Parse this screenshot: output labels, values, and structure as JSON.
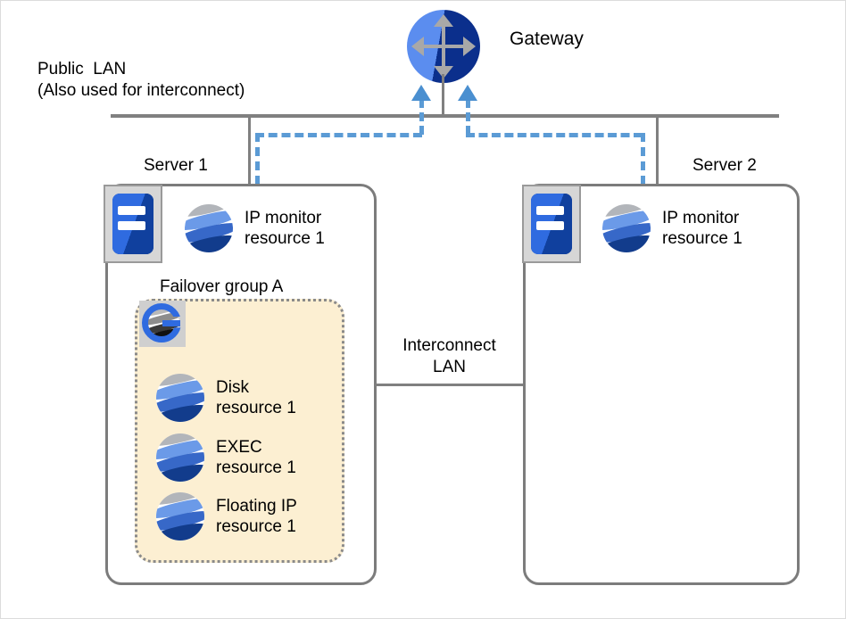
{
  "diagram": {
    "title_labels": {
      "gateway": "Gateway",
      "public_lan": "Public  LAN\n(Also used for interconnect)",
      "interconnect_lan": "Interconnect\nLAN"
    },
    "colors": {
      "lan_line": "#808080",
      "monitor_path": "#5b9bd5",
      "failover_group_fill": "#fcefd2",
      "server_box_border": "#7c7c7c",
      "resource_blue": "#3768c8",
      "resource_navy": "#123c8c",
      "server_icon_blue": "#2f6be0",
      "gateway_light": "#5b8def",
      "gateway_dark": "#0b2f8c"
    },
    "icons": {
      "gateway": "gateway-router-icon",
      "server": "server-icon",
      "resource": "resource-globe-icon",
      "group": "failover-group-icon",
      "arrow": "arrow-up-icon"
    },
    "servers": [
      {
        "name": "Server 1",
        "monitor_resource": "IP monitor\nresource 1",
        "failover_group": {
          "label": "Failover group A",
          "resources": [
            "Disk\nresource 1",
            "EXEC\nresource 1",
            "Floating IP\nresource 1"
          ]
        }
      },
      {
        "name": "Server 2",
        "monitor_resource": "IP monitor\nresource 1",
        "failover_group": null
      }
    ]
  }
}
